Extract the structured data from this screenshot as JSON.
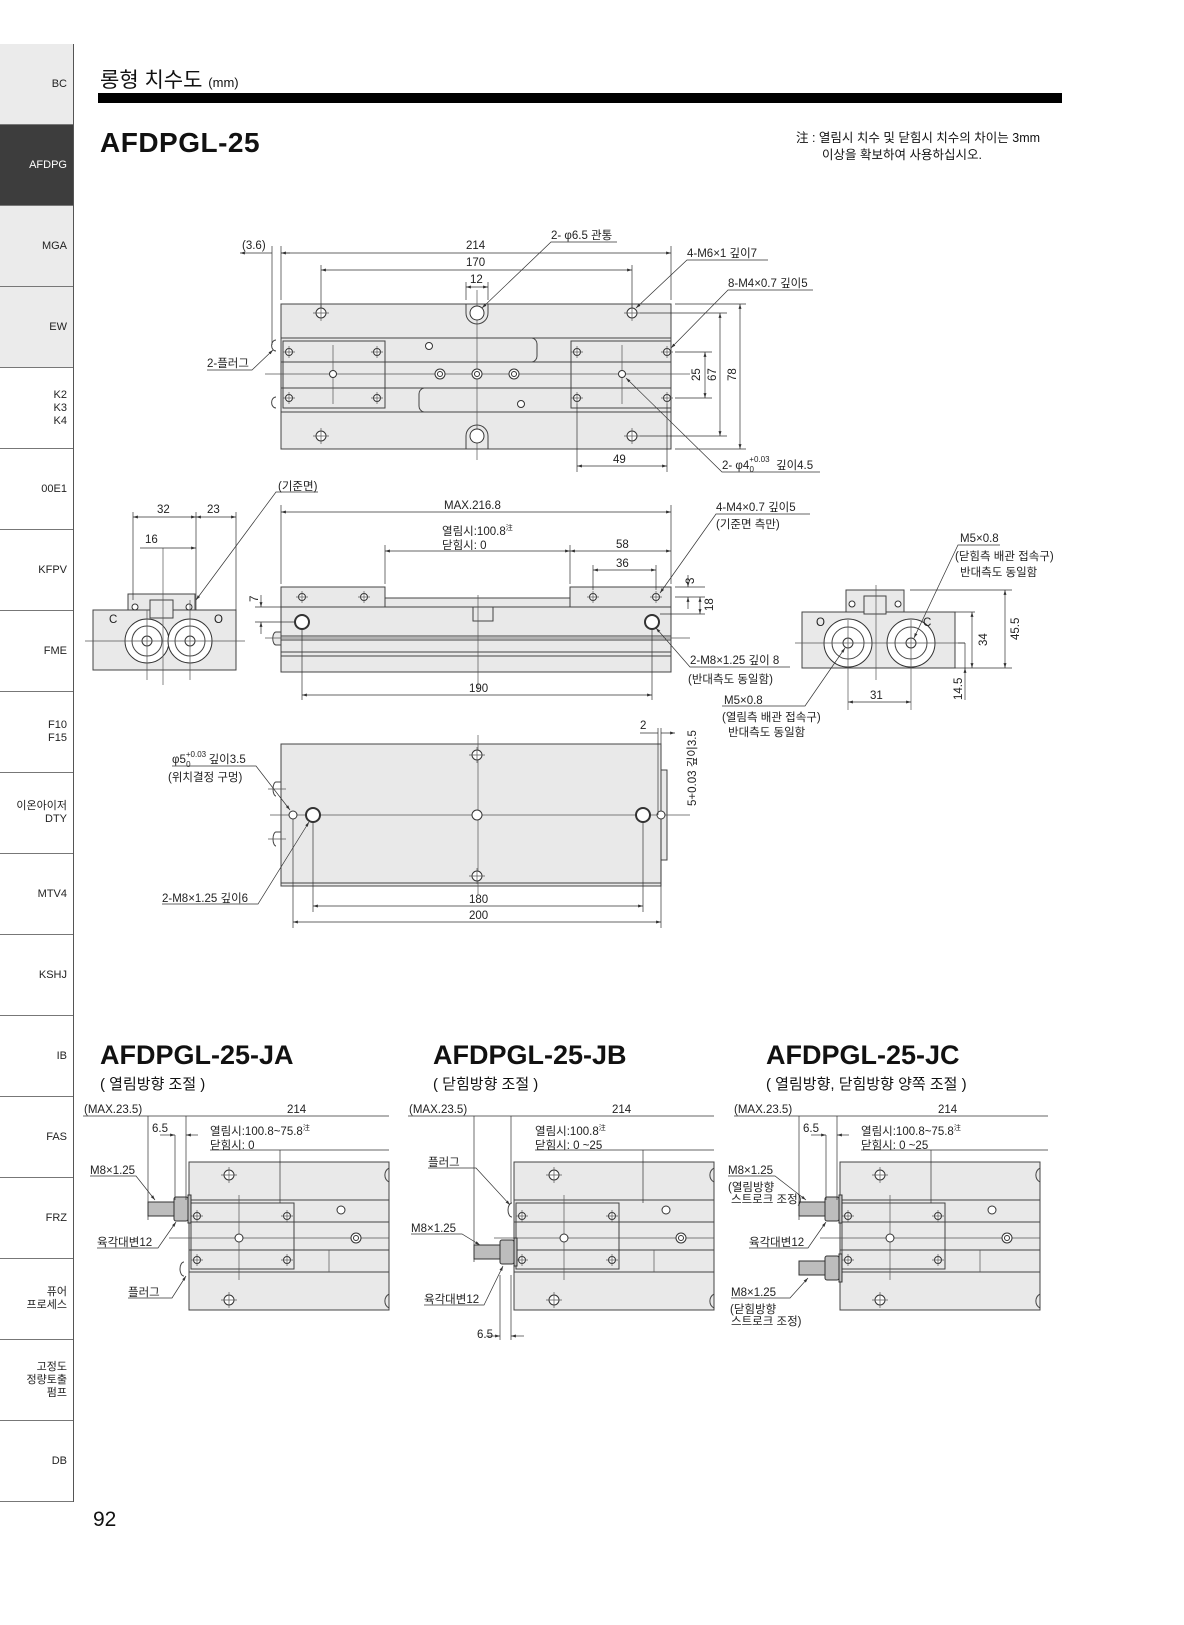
{
  "sidebar": {
    "items": [
      {
        "label": "BC"
      },
      {
        "label": "AFDPG"
      },
      {
        "label": "MGA"
      },
      {
        "label": "EW"
      },
      {
        "label": "K2\nK3\nK4"
      },
      {
        "label": "00E1"
      },
      {
        "label": "KFPV"
      },
      {
        "label": "FME"
      },
      {
        "label": "F10\nF15"
      },
      {
        "label": "이온아이저\nDTY"
      },
      {
        "label": "MTV4"
      },
      {
        "label": "KSHJ"
      },
      {
        "label": "IB"
      },
      {
        "label": "FAS"
      },
      {
        "label": "FRZ"
      },
      {
        "label": "퓨어\n프로세스"
      },
      {
        "label": "고정도\n정량토출\n펌프"
      },
      {
        "label": "DB"
      }
    ],
    "active": "AFDPG"
  },
  "header": {
    "title": "롱형 치수도",
    "unit": "(mm)"
  },
  "main": {
    "model": "AFDPGL-25",
    "note_line1": "注 : 열림시 치수 및 닫힘시 치수의 차이는 3mm",
    "note_line2": "이상을 확보하여 사용하십시오."
  },
  "top_view": {
    "d_36": "(3.6)",
    "d_214": "214",
    "d_170": "170",
    "d_12": "12",
    "d_25": "25",
    "d_67": "67",
    "d_78": "78",
    "d_49": "49",
    "hole_through": "2- φ6.5 관통",
    "m6": "4-M6×1 깊이7",
    "m4": "8-M4×0.7 깊이5",
    "plug": "2-플러그",
    "pin_main": "2- φ4",
    "pin_tol_up": "+0.03",
    "pin_tol_low": "0",
    "pin_depth": "깊이4.5"
  },
  "side_view": {
    "ref_face": "(기준면)",
    "max": "MAX.216.8",
    "open": "열림시:100.8",
    "note_mark": "注",
    "close": "닫힘시:      0",
    "d_58": "58",
    "d_36": "36",
    "d_3": "3",
    "d_18": "18",
    "d_7": "7",
    "d_190": "190",
    "m4": "4-M4×0.7 깊이5",
    "m4_note": "(기준면 측만)",
    "m8": "2-M8×1.25 깊이 8",
    "m8_note": "(반대측도 동일함)",
    "m5": "M5×0.8",
    "m5_note1": "(열림측 배관 접속구)",
    "m5_note2": "반대측도 동일함"
  },
  "left_end": {
    "d_32": "32",
    "d_23": "23",
    "d_16": "16",
    "c": "C",
    "o": "O"
  },
  "right_end": {
    "o": "O",
    "c": "C",
    "d_31": "31",
    "d_34": "34",
    "d_455": "45.5",
    "d_145": "14.5",
    "m5": "M5×0.8",
    "m5_note1": "(닫힘측 배관 접속구)",
    "m5_note2": "반대측도 동일함"
  },
  "bottom_view": {
    "d_2": "2",
    "d_180": "180",
    "d_200": "200",
    "pin_main": "φ5",
    "pin_tol_up": "+0.03",
    "pin_tol_low": "0",
    "pin_depth": "깊이3.5",
    "pin_note": "(위치결정 구멍)",
    "m8": "2-M8×1.25 깊이6",
    "side_pin": "5+0.03 깊이3.5"
  },
  "variants": [
    {
      "model": "AFDPGL-25-JA",
      "desc": "( 열림방향 조절 )",
      "max": "(MAX.23.5)",
      "d_214": "214",
      "d_65": "6.5",
      "open": "열림시:100.8~75.8",
      "note_mark": "注",
      "close": "닫힘시:    0",
      "bolt": "M8×1.25",
      "hex": "육각대변12",
      "plug": "플러그"
    },
    {
      "model": "AFDPGL-25-JB",
      "desc": "( 닫힘방향 조절 )",
      "max": "(MAX.23.5)",
      "d_214": "214",
      "d_65": "6.5",
      "open": "열림시:100.8",
      "note_mark": "注",
      "close": "닫힘시:    0   ~25",
      "bolt": "M8×1.25",
      "hex": "육각대변12",
      "plug": "플러그"
    },
    {
      "model": "AFDPGL-25-JC",
      "desc": "( 열림방향, 닫힘방향 양쪽 조절 )",
      "max": "(MAX.23.5)",
      "d_214": "214",
      "d_65": "6.5",
      "open": "열림시:100.8~75.8",
      "note_mark": "注",
      "close": "닫힘시:    0   ~25",
      "bolt": "M8×1.25",
      "bolt_note1": "(열림방향",
      "bolt_note2": "스트로크 조정)",
      "hex": "육각대변12",
      "bolt2": "M8×1.25",
      "bolt2_note1": "(닫힘방향",
      "bolt2_note2": "스트로크 조정)"
    }
  ],
  "page_number": "92"
}
